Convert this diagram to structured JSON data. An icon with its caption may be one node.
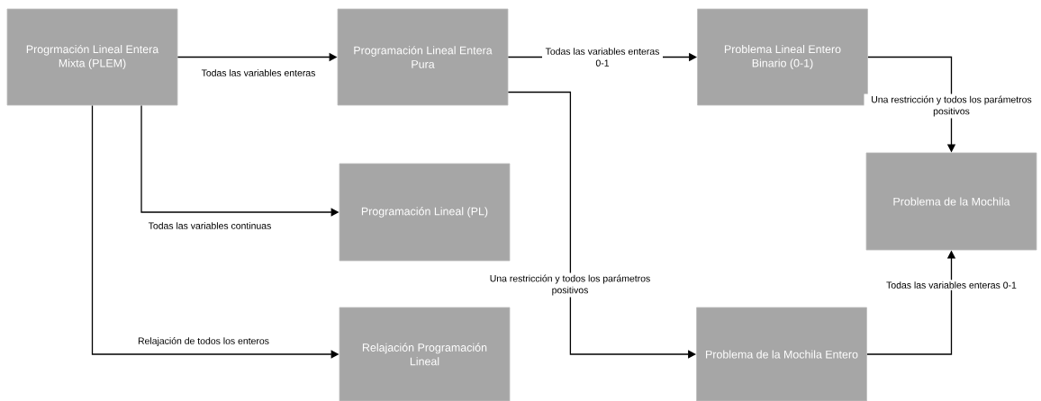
{
  "diagram": {
    "nodes": [
      {
        "text": [
          "Progrmación Lineal Entera Mixta (PLEM)"
        ]
      },
      {
        "text": [
          "Programación Lineal Entera Pura"
        ]
      },
      {
        "text": [
          "Problema Lineal Entero Binario (0-1)"
        ]
      },
      {
        "text": [
          "Programación Lineal (PL)"
        ]
      },
      {
        "text": [
          "Problema de la Mochila"
        ]
      },
      {
        "text": [
          "Relajación Programación Lineal"
        ]
      },
      {
        "text": [
          "Problema de la Mochila Entero"
        ]
      }
    ],
    "edges": [
      {
        "from": 0,
        "to": 1,
        "arrow": "to",
        "label": "Todas las variables enteras"
      },
      {
        "from": 1,
        "to": 2,
        "arrow": "to",
        "label": "Todas las variables enteras 0-1"
      },
      {
        "from": 2,
        "to": 4,
        "arrow": "to",
        "label": "Una restricción y todos los parámetros positivos"
      },
      {
        "from": 0,
        "to": 3,
        "arrow": "to",
        "label": "Todas las variables continuas"
      },
      {
        "from": 0,
        "to": 5,
        "arrow": "to",
        "label": "Relajación de todos los enteros"
      },
      {
        "from": 1,
        "to": 6,
        "arrow": "to",
        "label": "Una restricción y todos los parámetros positivos"
      },
      {
        "from": 6,
        "to": 4,
        "arrow": "to",
        "label": "Todas las variables enteras 0-1"
      }
    ]
  }
}
